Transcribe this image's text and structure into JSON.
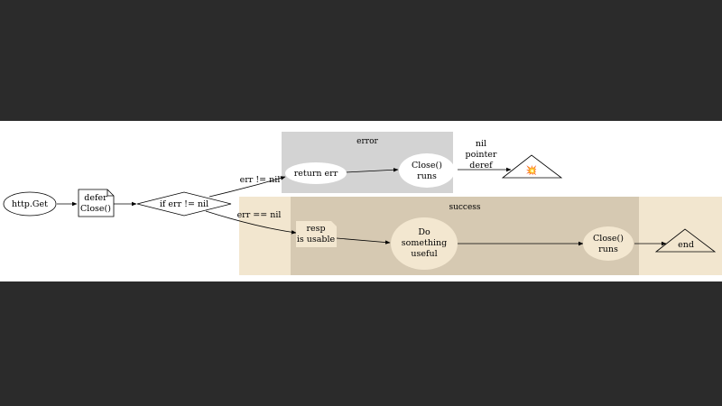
{
  "diagram": {
    "clusters": {
      "error": {
        "label": "error"
      },
      "success": {
        "label": "success"
      }
    },
    "nodes": {
      "http_get": {
        "label": "http.Get"
      },
      "defer_close": {
        "line1": "defer",
        "line2": "Close()"
      },
      "if_err": {
        "label": "if err != nil"
      },
      "return_err": {
        "label": "return err"
      },
      "close_error": {
        "line1": "Close()",
        "line2": "runs"
      },
      "nil_deref": {
        "symbol": "💥"
      },
      "resp_usable": {
        "line1": "resp",
        "line2": "is usable"
      },
      "do_something": {
        "line1": "Do",
        "line2": "something",
        "line3": "useful"
      },
      "close_success": {
        "line1": "Close()",
        "line2": "runs"
      },
      "end": {
        "label": "end"
      }
    },
    "edges": {
      "err_ne_nil": {
        "label": "err != nil"
      },
      "err_eq_nil": {
        "label": "err == nil"
      },
      "nil_pointer_deref": {
        "line1": "nil",
        "line2": "pointer",
        "line3": "deref"
      }
    }
  },
  "colors": {
    "background": "#2b2b2b",
    "canvas": "#ffffff",
    "error_cluster": "#d3d3d3",
    "success_outer": "#f2e6cf",
    "success_inner": "#d6c9b2",
    "node_fill_light": "#f3e7d0",
    "node_fill_white": "#ffffff"
  }
}
